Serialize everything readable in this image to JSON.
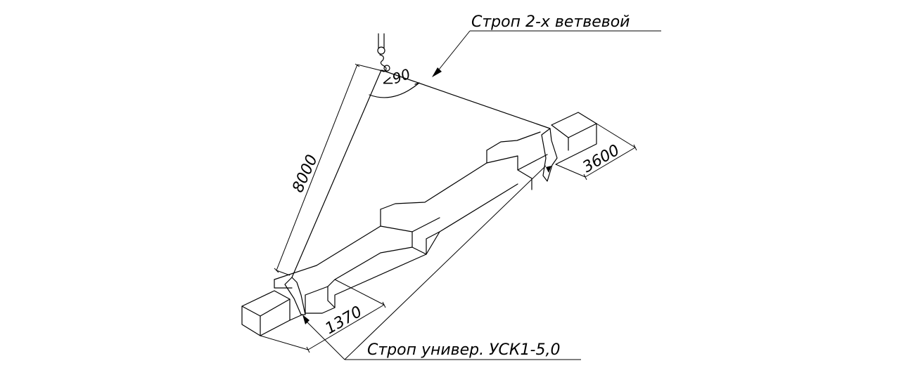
{
  "labels": {
    "sling_two_branch": "Строп 2-х ветвевой",
    "sling_universal": "Строп универ. УСК1-5,0",
    "dim_length": "8000",
    "dim_width": "3600",
    "dim_offset": "1370",
    "angle": "<90"
  }
}
